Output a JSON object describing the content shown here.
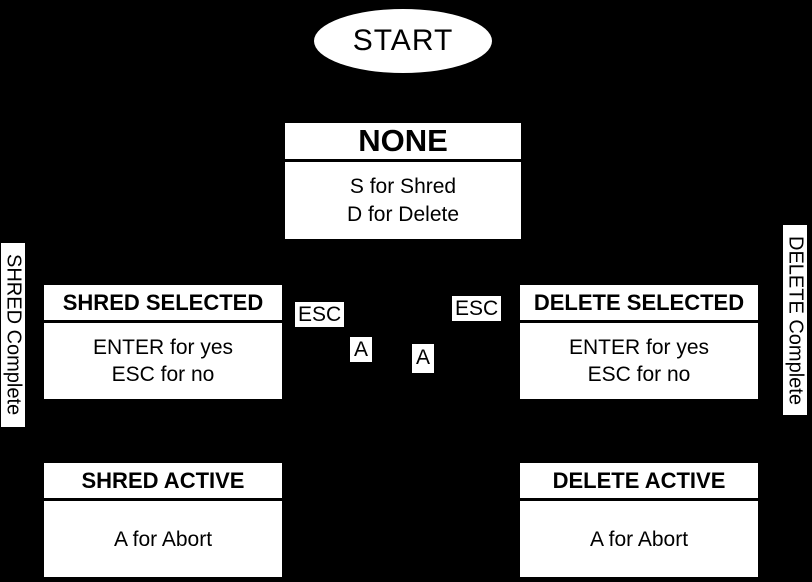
{
  "diagram": {
    "colors": {
      "background": "#000000",
      "node_fill": "#ffffff",
      "node_text": "#000000"
    },
    "start": {
      "label": "START"
    },
    "states": [
      {
        "id": "none",
        "title": "NONE",
        "lines": [
          "S for Shred",
          "D for Delete"
        ]
      },
      {
        "id": "shred-selected",
        "title": "SHRED SELECTED",
        "lines": [
          "ENTER for yes",
          "ESC for no"
        ]
      },
      {
        "id": "delete-selected",
        "title": "DELETE SELECTED",
        "lines": [
          "ENTER for yes",
          "ESC for no"
        ]
      },
      {
        "id": "shred-active",
        "title": "SHRED ACTIVE",
        "lines": [
          "A for Abort"
        ]
      },
      {
        "id": "delete-active",
        "title": "DELETE ACTIVE",
        "lines": [
          "A for Abort"
        ]
      }
    ],
    "edge_labels": {
      "esc_left": "ESC",
      "esc_right": "ESC",
      "a_left": "A",
      "a_right": "A",
      "shred_complete": "SHRED Complete",
      "delete_complete": "DELETE Complete"
    }
  }
}
